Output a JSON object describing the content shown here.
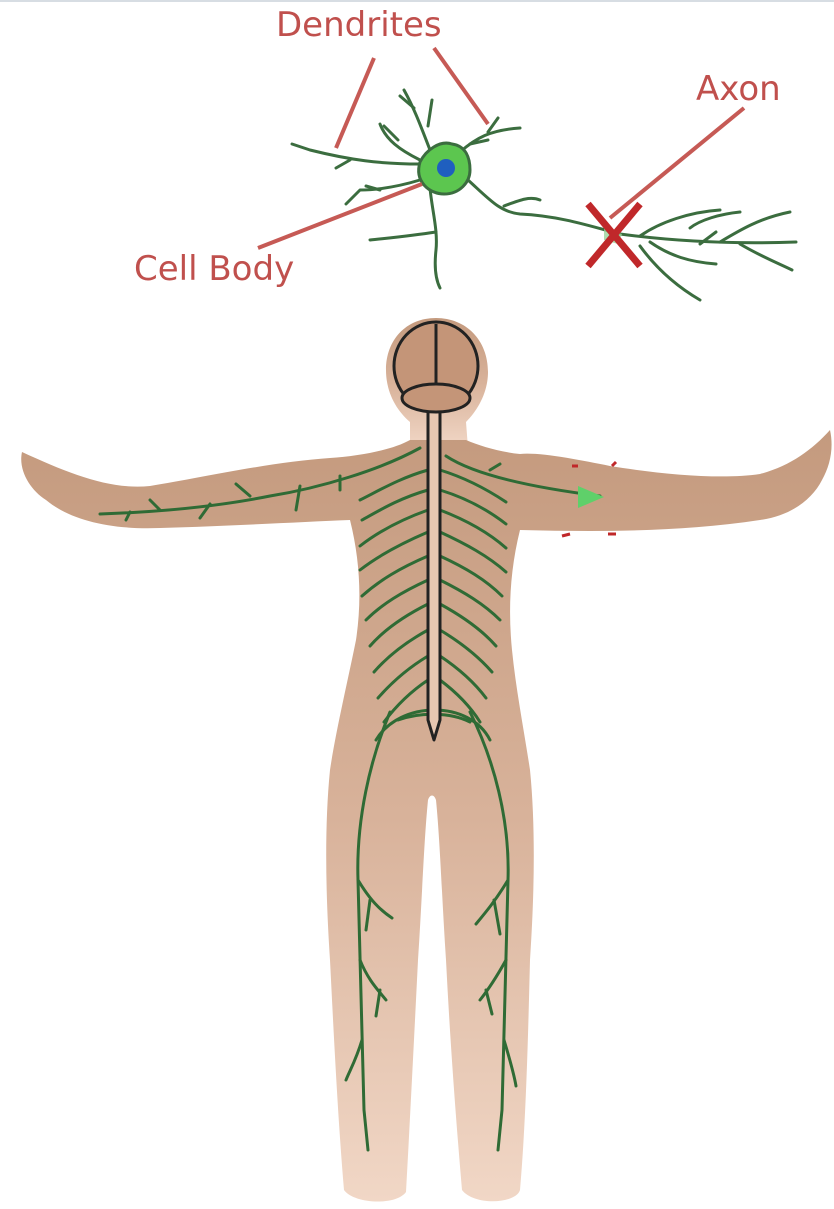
{
  "labels": {
    "dendrites": "Dendrites",
    "axon": "Axon",
    "cell_body": "Cell Body"
  },
  "colors": {
    "label_text": "#c0504d",
    "pointer_line": "#c65a55",
    "nerve_green": "#2f6b35",
    "cell_body_fill": "#5cc64f",
    "nucleus": "#1f5fbf",
    "skin_upper": "#c9a085",
    "skin_lower": "#efd3c0",
    "spine": "#222222",
    "cut_marker": "#c0282a",
    "signal_arrow": "#5fd06a"
  },
  "markers": {
    "damage_mark": "X",
    "signal_arrow_icon": "arrow-icon"
  }
}
